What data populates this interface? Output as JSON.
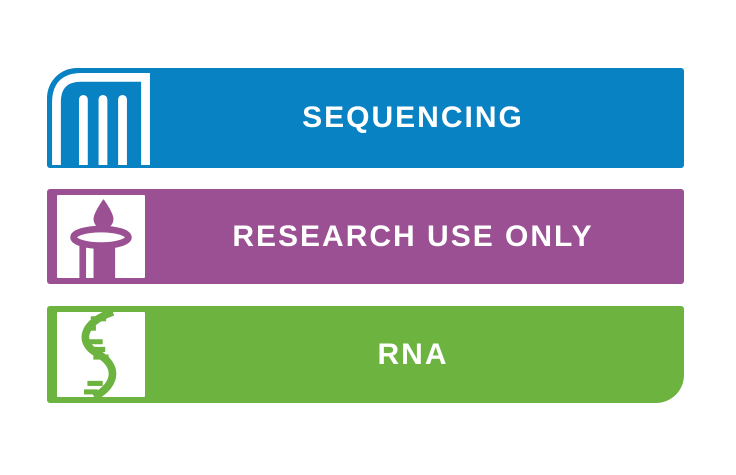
{
  "page": {
    "background": "#FFFFFF",
    "text_color": "#FFFFFF"
  },
  "banners": [
    {
      "label": "SEQUENCING",
      "bar_color": "#0882C3",
      "icon": "gel-electrophoresis-icon",
      "icon_color": "#FFFFFF"
    },
    {
      "label": "RESEARCH USE ONLY",
      "bar_color": "#9A5092",
      "tile_color": "#FFFFFF",
      "icon": "droplet-well-icon",
      "icon_color": "#9A5092"
    },
    {
      "label": "RNA",
      "bar_color": "#6CB33F",
      "tile_color": "#FFFFFF",
      "icon": "rna-strand-icon",
      "icon_color": "#6CB33F"
    }
  ]
}
